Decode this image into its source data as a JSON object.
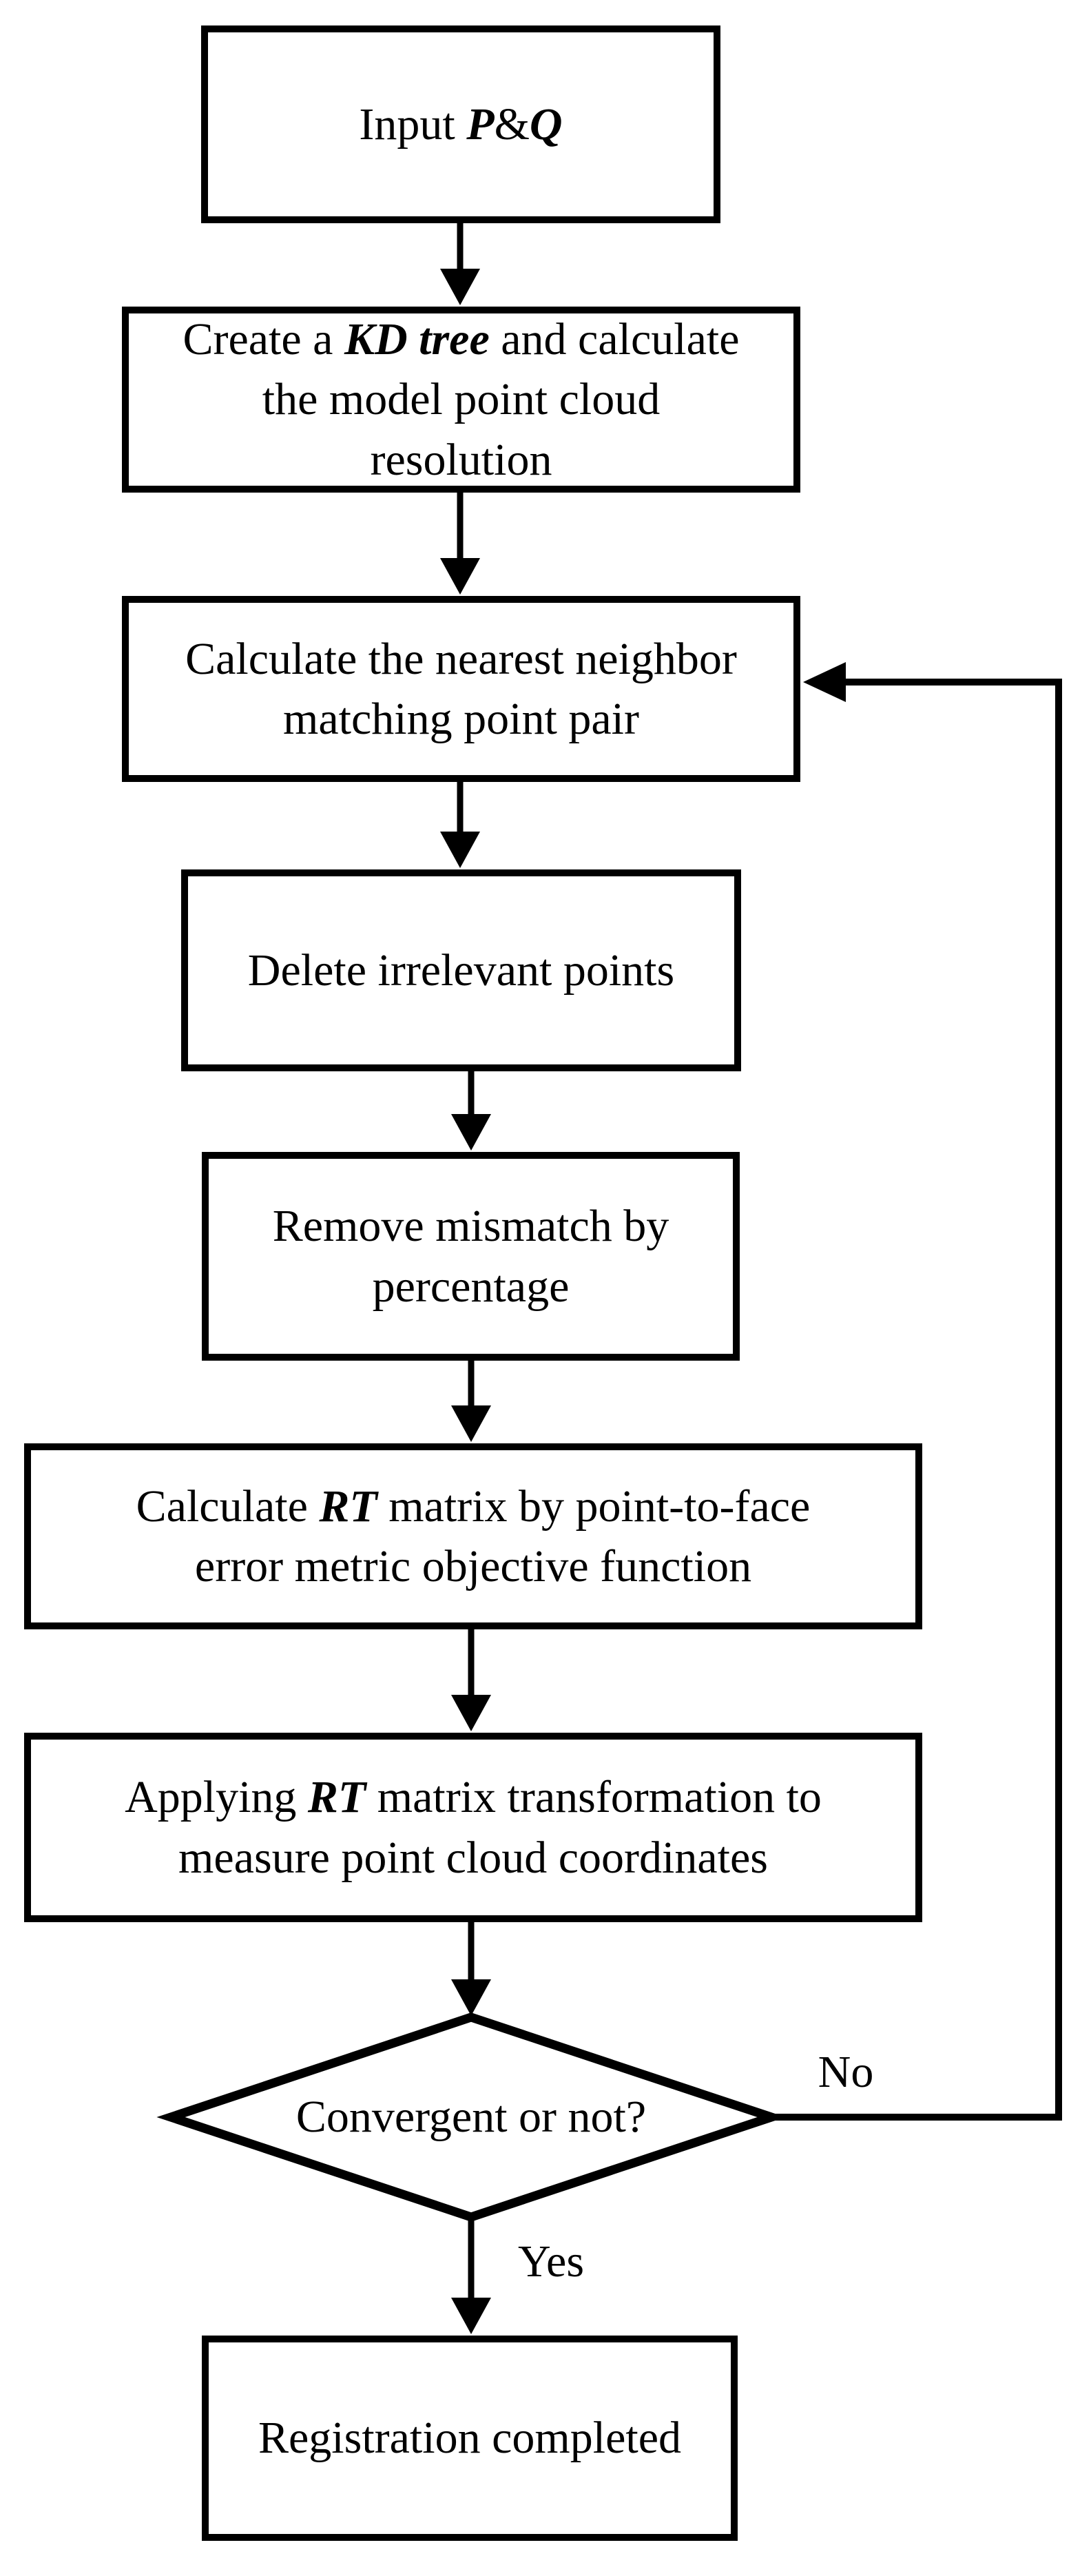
{
  "flowchart": {
    "colors": {
      "stroke": "#000000",
      "fill": "#ffffff"
    },
    "nodes": {
      "input": {
        "pre": "Input ",
        "p": "P",
        "amp": "&",
        "q": "Q"
      },
      "kdtree": {
        "pre": "Create a ",
        "em": "KD tree",
        "post": " and calculate\nthe model point cloud\nresolution"
      },
      "nearest": {
        "text": "Calculate the nearest neighbor\nmatching point pair"
      },
      "delete": {
        "text": "Delete irrelevant points"
      },
      "remove": {
        "text": "Remove mismatch by\npercentage"
      },
      "rtmatrix": {
        "pre": "Calculate ",
        "em": "RT",
        "post": " matrix by point-to-face\nerror metric objective function"
      },
      "applyrt": {
        "pre": "Applying ",
        "em": "RT",
        "post": " matrix transformation to\nmeasure point cloud coordinates"
      },
      "decision": {
        "text": "Convergent or not?"
      },
      "done": {
        "text": "Registration completed"
      }
    },
    "edge_labels": {
      "no": "No",
      "yes": "Yes"
    }
  }
}
